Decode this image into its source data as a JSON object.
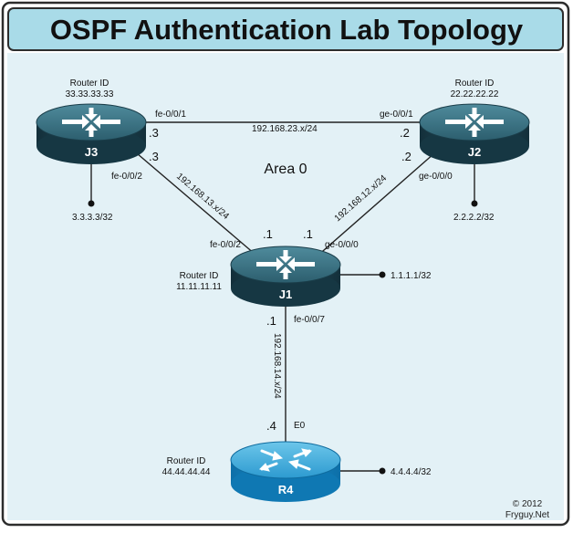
{
  "title": "OSPF Authentication Lab Topology",
  "area_label": "Area 0",
  "colors": {
    "title_bg": "#a9dbe8",
    "panel_bg": "#dcedf3",
    "frame": "#2d2d2d",
    "router_body": "#1c3f4c",
    "router_top": "#3f7a8b",
    "cisco_body": "#1884c0",
    "cisco_top": "#4db4e0"
  },
  "routers": {
    "j3": {
      "name": "J3",
      "router_id_label": "Router ID",
      "router_id": "33.33.33.33",
      "loopback": "3.3.3.3/32",
      "icon": "juniper-router-icon"
    },
    "j2": {
      "name": "J2",
      "router_id_label": "Router ID",
      "router_id": "22.22.22.22",
      "loopback": "2.2.2.2/32",
      "icon": "juniper-router-icon"
    },
    "j1": {
      "name": "J1",
      "router_id_label": "Router ID",
      "router_id": "11.11.11.11",
      "loopback": "1.1.1.1/32",
      "icon": "juniper-router-icon"
    },
    "r4": {
      "name": "R4",
      "router_id_label": "Router ID",
      "router_id": "44.44.44.44",
      "loopback": "4.4.4.4/32",
      "icon": "cisco-router-icon"
    }
  },
  "links": {
    "j3_j2": {
      "subnet": "192.168.23.x/24",
      "j3_if": "fe-0/0/1",
      "j3_host": ".3",
      "j2_if": "ge-0/0/1",
      "j2_host": ".2"
    },
    "j3_j1": {
      "subnet": "192.168.13.x/24",
      "j3_if": "fe-0/0/2",
      "j3_host": ".3",
      "j1_if": "fe-0/0/2",
      "j1_host": ".1"
    },
    "j2_j1": {
      "subnet": "192.168.12.x/24",
      "j2_if": "ge-0/0/0",
      "j2_host": ".2",
      "j1_if": "ge-0/0/0",
      "j1_host": ".1"
    },
    "j1_r4": {
      "subnet": "192.168.14.x/24",
      "j1_if": "fe-0/0/7",
      "j1_host": ".1",
      "r4_if": "E0",
      "r4_host": ".4"
    }
  },
  "copyright": {
    "year": "© 2012",
    "site": "Fryguy.Net"
  }
}
